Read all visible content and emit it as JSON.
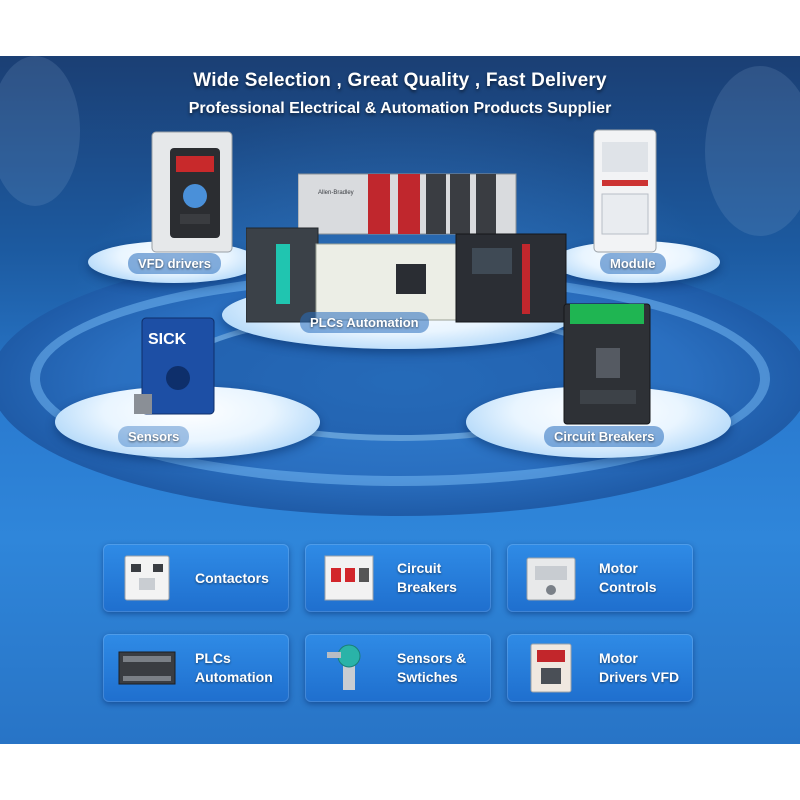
{
  "headline": "Wide Selection , Great Quality , Fast Delivery",
  "subheadline": "Professional Electrical & Automation Products Supplier",
  "showcase": [
    {
      "label": "VFD drivers"
    },
    {
      "label": "Module"
    },
    {
      "label": "PLCs Automation"
    },
    {
      "label": "Sensors"
    },
    {
      "label": "Circuit Breakers"
    }
  ],
  "product_marks": {
    "sick_logo": "SICK",
    "allen_bradley_logo": "Allen-Bradley"
  },
  "categories": [
    {
      "label": "Contactors",
      "icon": "contactor-icon"
    },
    {
      "label": "Circuit Breakers",
      "icon": "circuit-breaker-icon"
    },
    {
      "label": "Motor Controls",
      "icon": "motor-control-icon"
    },
    {
      "label": "PLCs\nAutomation",
      "icon": "plc-icon"
    },
    {
      "label": "Sensors &\nSwtiches",
      "icon": "sensor-switch-icon"
    },
    {
      "label": "Motor\nDrivers VFD",
      "icon": "vfd-icon"
    }
  ],
  "colors": {
    "banner_top": "#1b3f74",
    "banner_mid": "#2a7bd0",
    "card": "#2f8be6",
    "text": "#ffffff"
  }
}
